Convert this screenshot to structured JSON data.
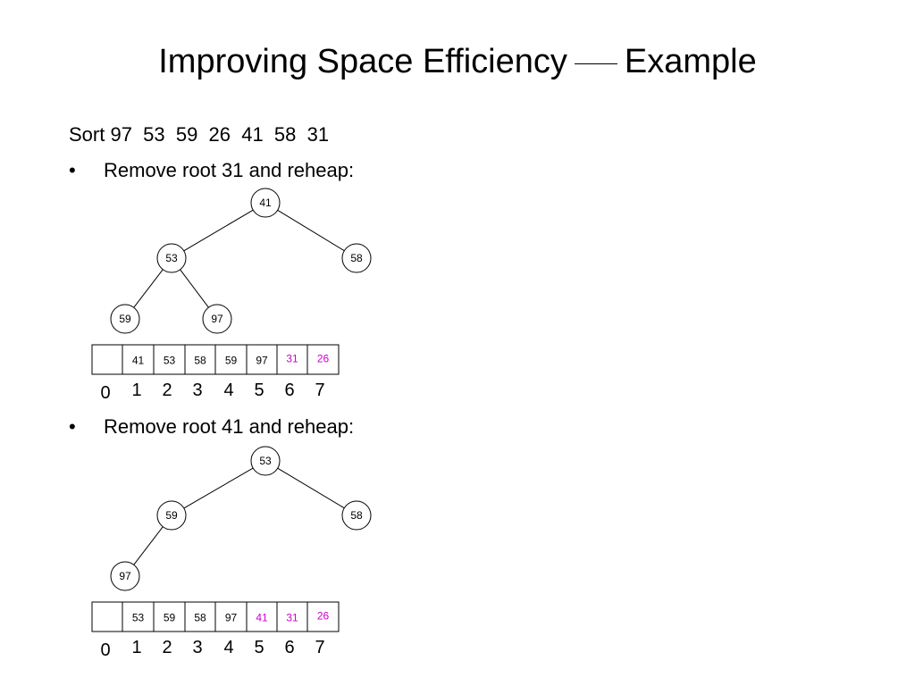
{
  "title": {
    "left": "Improving Space Efficiency",
    "right": "Example"
  },
  "sort_line": "Sort 97  53  59  26  41  58  31",
  "bullet_char": "•",
  "highlight_color": "#cc00cc",
  "steps": [
    {
      "bullet": "Remove root 31 and reheap:",
      "tree": {
        "nodes": [
          {
            "id": "r",
            "value": "41"
          },
          {
            "id": "l",
            "value": "53"
          },
          {
            "id": "rr",
            "value": "58"
          },
          {
            "id": "ll",
            "value": "59"
          },
          {
            "id": "lr",
            "value": "97"
          }
        ],
        "edges": [
          [
            "r",
            "l"
          ],
          [
            "r",
            "rr"
          ],
          [
            "l",
            "ll"
          ],
          [
            "l",
            "lr"
          ]
        ]
      },
      "array": {
        "cells": [
          {
            "value": "",
            "highlight": false
          },
          {
            "value": "41",
            "highlight": false
          },
          {
            "value": "53",
            "highlight": false
          },
          {
            "value": "58",
            "highlight": false
          },
          {
            "value": "59",
            "highlight": false
          },
          {
            "value": "97",
            "highlight": false
          },
          {
            "value": "31",
            "highlight": true
          },
          {
            "value": "26",
            "highlight": true
          }
        ],
        "indices": [
          "0",
          "1",
          "2",
          "3",
          "4",
          "5",
          "6",
          "7"
        ]
      }
    },
    {
      "bullet": "Remove root 41 and reheap:",
      "tree": {
        "nodes": [
          {
            "id": "r",
            "value": "53"
          },
          {
            "id": "l",
            "value": "59"
          },
          {
            "id": "rr",
            "value": "58"
          },
          {
            "id": "ll",
            "value": "97"
          }
        ],
        "edges": [
          [
            "r",
            "l"
          ],
          [
            "r",
            "rr"
          ],
          [
            "l",
            "ll"
          ]
        ]
      },
      "array": {
        "cells": [
          {
            "value": "",
            "highlight": false
          },
          {
            "value": "53",
            "highlight": false
          },
          {
            "value": "59",
            "highlight": false
          },
          {
            "value": "58",
            "highlight": false
          },
          {
            "value": "97",
            "highlight": false
          },
          {
            "value": "41",
            "highlight": true
          },
          {
            "value": "31",
            "highlight": true
          },
          {
            "value": "26",
            "highlight": true
          }
        ],
        "indices": [
          "0",
          "1",
          "2",
          "3",
          "4",
          "5",
          "6",
          "7"
        ]
      }
    }
  ]
}
